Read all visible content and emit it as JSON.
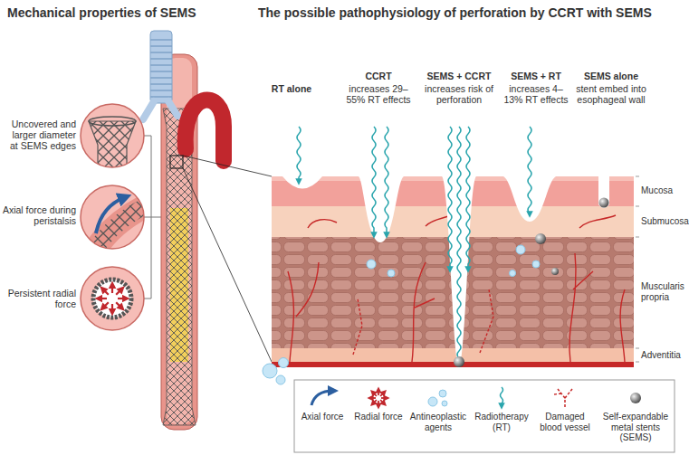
{
  "diagram": {
    "labels": [
      "Mechanical properties of SEMS",
      "The possible pathophysiology of perforation by CCRT with SEMS",
      "Uncovered and larger diameter at SEMS edges",
      "Axial force during peristalsis",
      "Persistent radial force",
      "RT alone",
      "CCRT",
      "increases 29–55% RT effects",
      "SEMS + CCRT",
      "increases risk of perforation",
      "SEMS + RT",
      "increases 4–13% RT effects",
      "SEMS alone",
      "stent embed into esophageal wall",
      "Mucosa",
      "Submucosa",
      "Muscularis propria",
      "Adventitia"
    ],
    "legend": [
      {
        "text": "Axial force"
      },
      {
        "text": "Radial force"
      },
      {
        "text": "Antineoplastic agents"
      },
      {
        "text": "Radiotherapy (RT)"
      },
      {
        "text": "Damaged blood vessel"
      },
      {
        "text": "Self-expandable metal stents (SEMS)"
      }
    ]
  }
}
